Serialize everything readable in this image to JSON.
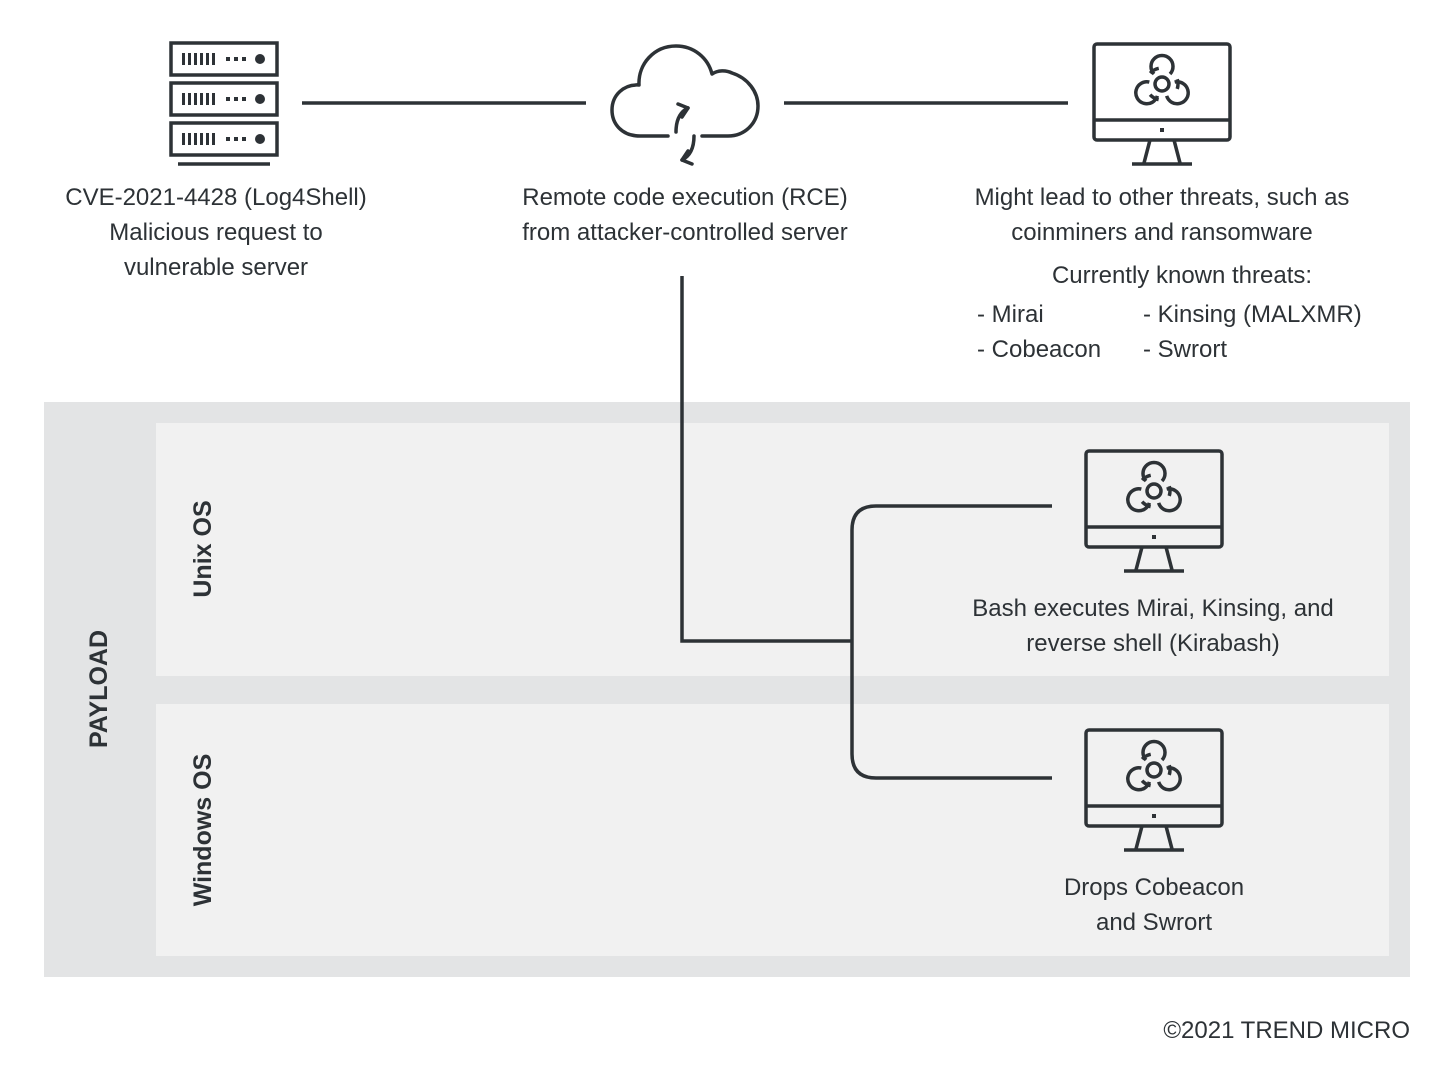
{
  "colors": {
    "stroke": "#2d3236",
    "panel_outer": "#e3e4e5",
    "panel_inner": "#f1f1f1"
  },
  "nodes": {
    "server": {
      "icon": "server-stack-icon",
      "lines": [
        "CVE-2021-4428 (Log4Shell)",
        "Malicious request to",
        "vulnerable server"
      ]
    },
    "cloud": {
      "icon": "cloud-sync-icon",
      "lines": [
        "Remote code execution (RCE)",
        "from attacker-controlled server"
      ]
    },
    "threat_monitor": {
      "icon": "biohazard-monitor-icon",
      "lines": [
        "Might lead to other threats, such as",
        "coinminers and ransomware"
      ],
      "known_title": "Currently known threats:",
      "known_threats": [
        "- Mirai",
        "- Kinsing (MALXMR)",
        "- Cobeacon",
        "- Swrort"
      ]
    }
  },
  "payload": {
    "label": "PAYLOAD",
    "unix": {
      "label": "Unix OS",
      "icon": "biohazard-monitor-icon",
      "lines": [
        "Bash executes Mirai, Kinsing, and",
        "reverse shell (Kirabash)"
      ]
    },
    "windows": {
      "label": "Windows OS",
      "icon": "biohazard-monitor-icon",
      "lines": [
        "Drops Cobeacon",
        "and Swrort"
      ]
    }
  },
  "footer": {
    "copyright": "©2021 TREND MICRO"
  }
}
